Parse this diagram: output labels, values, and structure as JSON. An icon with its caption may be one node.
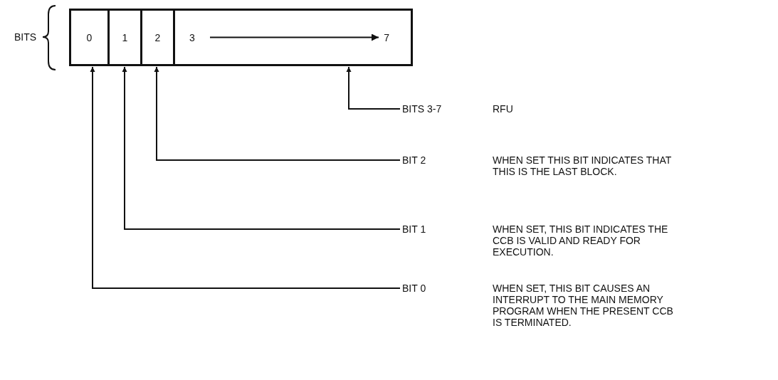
{
  "diagram": {
    "nodes": [
      {
        "text": [
          "0"
        ]
      },
      {
        "text": [
          "1"
        ]
      },
      {
        "text": [
          "2"
        ]
      },
      {
        "text": [
          "3",
          "7"
        ]
      },
      {
        "text": [
          "BITS 3-7"
        ],
        "beside": [
          "RFU"
        ]
      },
      {
        "text": [
          "BIT 2"
        ],
        "beside": [
          "WHEN SET THIS BIT INDICATES THAT THIS IS THE LAST BLOCK."
        ]
      },
      {
        "text": [
          "BIT 1"
        ],
        "beside": [
          "WHEN SET, THIS BIT INDICATES THE CCB IS VALID AND READY FOR EXECUTION."
        ]
      },
      {
        "text": [
          "BIT 0"
        ],
        "beside": [
          "WHEN SET, THIS BIT CAUSES AN INTERRUPT TO THE MAIN MEMORY PROGRAM WHEN THE PRESENT CCB IS TERMINATED."
        ]
      }
    ],
    "edges": [
      {
        "from": 4,
        "to": 3,
        "arrow": "to"
      },
      {
        "from": 5,
        "to": 2,
        "arrow": "to"
      },
      {
        "from": 6,
        "to": 1,
        "arrow": "to"
      },
      {
        "from": 7,
        "to": 0,
        "arrow": "to"
      }
    ],
    "labels": [
      "BITS"
    ]
  }
}
